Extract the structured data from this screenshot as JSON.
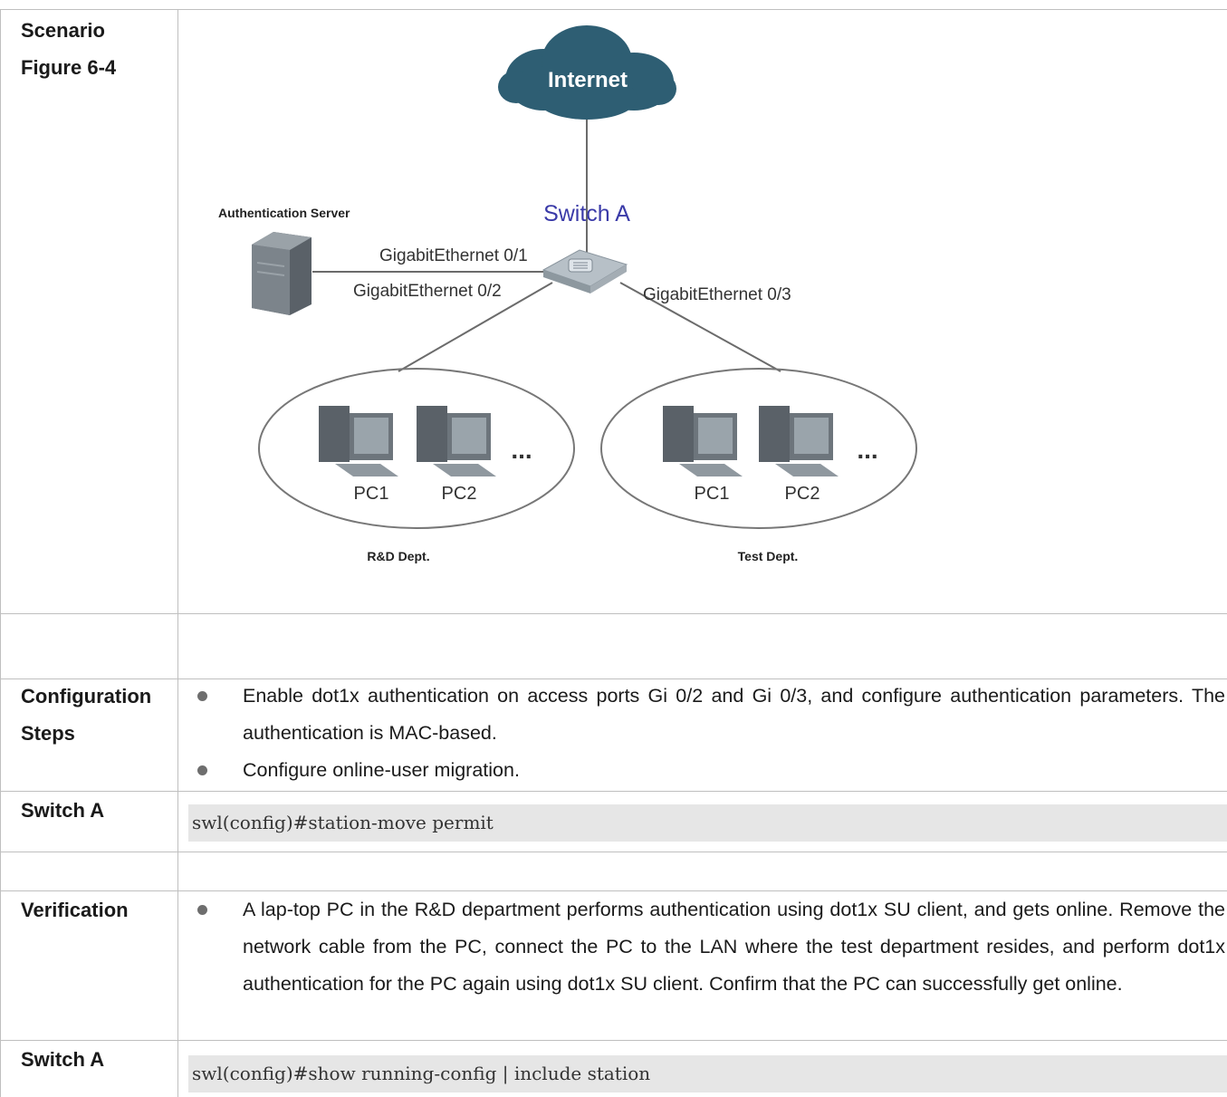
{
  "rows": {
    "scenario": {
      "label_line1": "Scenario",
      "label_line2": "Figure 6-4"
    },
    "config_steps": {
      "label_line1": "Configuration",
      "label_line2": "Steps",
      "bullets": [
        "Enable dot1x authentication on access ports Gi 0/2 and Gi 0/3, and configure authentication parameters. The authentication is MAC-based.",
        "Configure online-user migration."
      ]
    },
    "switch_a_1": {
      "label": "Switch A",
      "code": "swl(config)#station-move permit"
    },
    "verification": {
      "label": "Verification",
      "bullets": [
        "A lap-top PC in the R&D department performs authentication using dot1x SU client, and gets online. Remove the network cable from the PC, connect the PC to the LAN where the test department resides, and perform dot1x authentication for the PC again using dot1x SU client. Confirm that the PC can successfully get online."
      ]
    },
    "switch_a_2": {
      "label": "Switch A",
      "code": "swl(config)#show running-config | include station"
    }
  },
  "diagram": {
    "internet": "Internet",
    "switch": "Switch A",
    "auth_server": "Authentication Server",
    "port1": "GigabitEthernet 0/1",
    "port2": "GigabitEthernet 0/2",
    "port3": "GigabitEthernet 0/3",
    "rd_pc1": "PC1",
    "rd_pc2": "PC2",
    "rd_dept": "R&D Dept.",
    "test_pc1": "PC1",
    "test_pc2": "PC2",
    "test_dept": "Test Dept.",
    "ellipsis": "..."
  },
  "colors": {
    "cloud": "#2e5e73",
    "switch_label": "#3a3aa8",
    "border": "#bfbfbf",
    "code_bg": "#e6e6e6"
  }
}
